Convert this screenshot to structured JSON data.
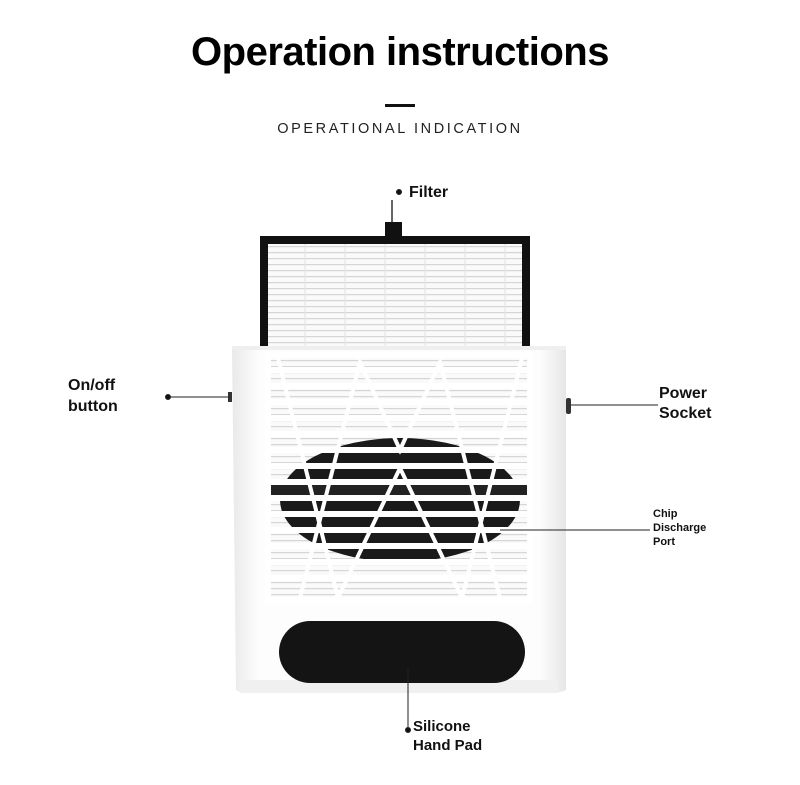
{
  "header": {
    "title": "Operation instructions",
    "subtitle": "OPERATIONAL INDICATION"
  },
  "callouts": {
    "filter": "Filter",
    "onoff_line1": "On/off",
    "onoff_line2": "button",
    "power_line1": "Power",
    "power_line2": "Socket",
    "chip_line1": "Chip",
    "chip_line2": "Discharge",
    "chip_line3": "Port",
    "pad_line1": "Silicone",
    "pad_line2": "Hand Pad"
  },
  "colors": {
    "device_body": "#fbfbfb",
    "filter_frame": "#111111",
    "hand_pad": "#141414",
    "leader_line": "#222222"
  }
}
